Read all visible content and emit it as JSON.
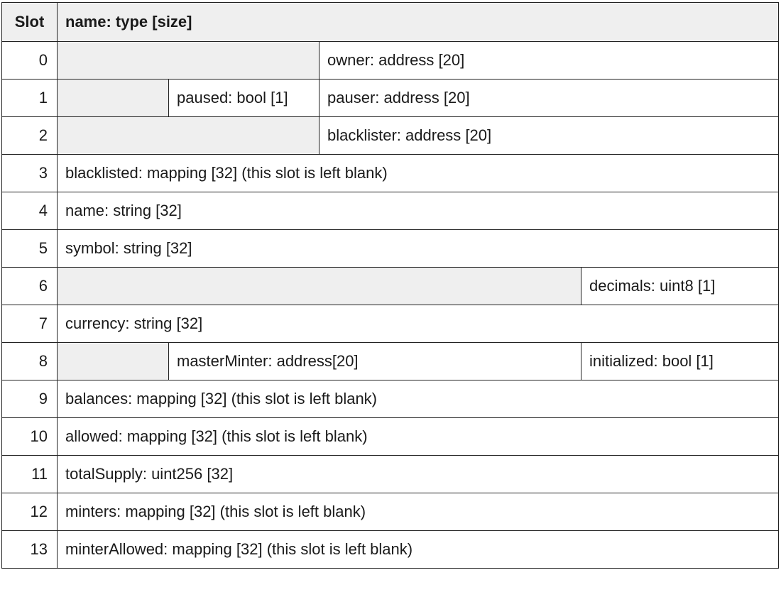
{
  "header": {
    "slot": "Slot",
    "field": "name: type [size]"
  },
  "rows": [
    {
      "slot": "0",
      "cells": [
        {
          "kind": "padding",
          "text": ""
        },
        {
          "kind": "field",
          "text": "owner: address [20]"
        }
      ]
    },
    {
      "slot": "1",
      "cells": [
        {
          "kind": "padding",
          "text": ""
        },
        {
          "kind": "field",
          "text": "paused: bool [1]"
        },
        {
          "kind": "field",
          "text": "pauser: address [20]"
        }
      ]
    },
    {
      "slot": "2",
      "cells": [
        {
          "kind": "padding",
          "text": ""
        },
        {
          "kind": "field",
          "text": "blacklister: address [20]"
        }
      ]
    },
    {
      "slot": "3",
      "cells": [
        {
          "kind": "field",
          "text": "blacklisted: mapping [32] (this slot is left blank)"
        }
      ]
    },
    {
      "slot": "4",
      "cells": [
        {
          "kind": "field",
          "text": "name: string [32]"
        }
      ]
    },
    {
      "slot": "5",
      "cells": [
        {
          "kind": "field",
          "text": "symbol: string [32]"
        }
      ]
    },
    {
      "slot": "6",
      "cells": [
        {
          "kind": "padding",
          "text": ""
        },
        {
          "kind": "field",
          "text": "decimals: uint8 [1]"
        }
      ]
    },
    {
      "slot": "7",
      "cells": [
        {
          "kind": "field",
          "text": "currency: string [32]"
        }
      ]
    },
    {
      "slot": "8",
      "cells": [
        {
          "kind": "padding",
          "text": ""
        },
        {
          "kind": "field",
          "text": "masterMinter: address[20]"
        },
        {
          "kind": "field",
          "text": "initialized: bool [1]"
        }
      ]
    },
    {
      "slot": "9",
      "cells": [
        {
          "kind": "field",
          "text": "balances: mapping [32] (this slot is left blank)"
        }
      ]
    },
    {
      "slot": "10",
      "cells": [
        {
          "kind": "field",
          "text": "allowed: mapping [32] (this slot is left blank)"
        }
      ]
    },
    {
      "slot": "11",
      "cells": [
        {
          "kind": "field",
          "text": "totalSupply: uint256 [32]"
        }
      ]
    },
    {
      "slot": "12",
      "cells": [
        {
          "kind": "field",
          "text": "minters: mapping [32] (this slot is left blank)"
        }
      ]
    },
    {
      "slot": "13",
      "cells": [
        {
          "kind": "field",
          "text": "minterAllowed: mapping [32] (this slot is left blank)"
        }
      ]
    }
  ],
  "colors": {
    "border": "#222222",
    "header_background": "#efefef",
    "padding_background": "#efefef",
    "text": "#1a1a1a"
  }
}
